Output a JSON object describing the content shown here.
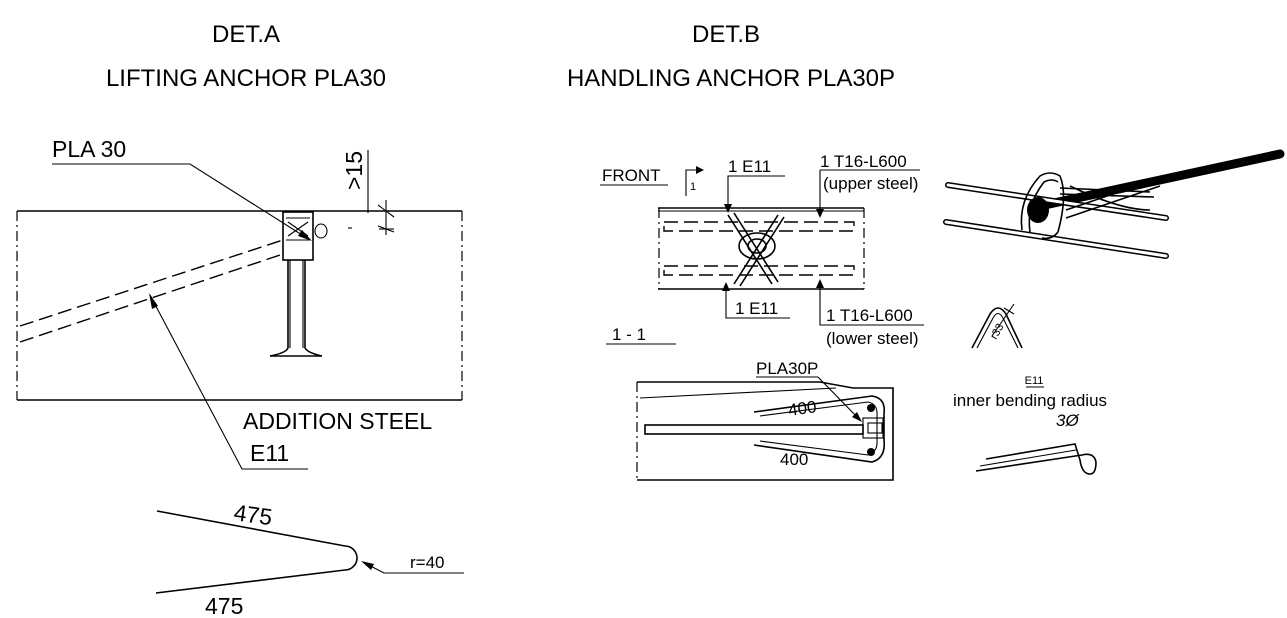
{
  "det_a": {
    "heading": "DET.A",
    "title": "LIFTING ANCHOR PLA30",
    "anchor_label": "PLA 30",
    "cover_dim": ">15",
    "steel_label": "ADDITION STEEL",
    "bar_label": "E11",
    "leg_upper": "475",
    "leg_lower": "475",
    "radius": "r=40"
  },
  "det_b": {
    "heading": "DET.B",
    "title": "HANDLING ANCHOR PLA30P",
    "front_label": "FRONT",
    "section_mark": "1",
    "bar_top": "1 E11",
    "bar_bottom": "1 E11",
    "upper_bar": "1 T16-L600",
    "upper_note": "(upper steel)",
    "lower_bar": "1 T16-L600",
    "lower_note": "(lower steel)",
    "section_label": "1 - 1",
    "anchor_label": "PLA30P",
    "leg_upper": "400",
    "leg_lower": "400",
    "radius_small": "r33",
    "e11_title": "E11",
    "bend_note": "inner bending radius",
    "bend_value": "3Ø"
  }
}
